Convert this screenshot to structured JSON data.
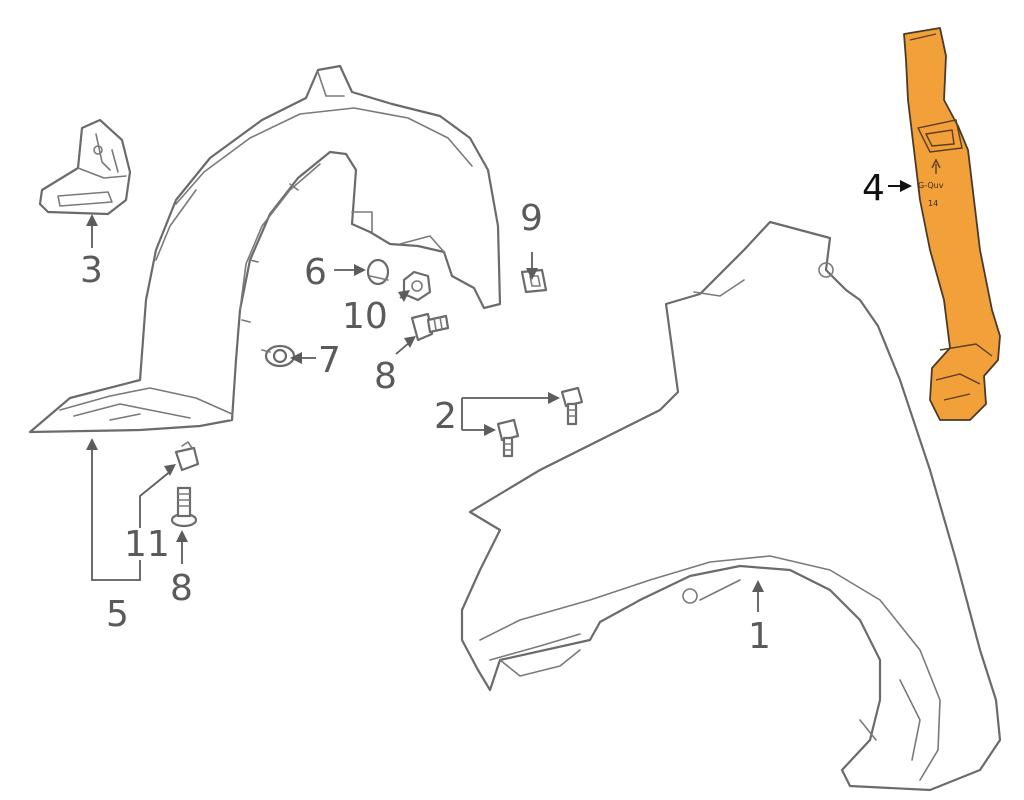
{
  "highlight_color": "#F2A03A",
  "callouts": {
    "c1": "1",
    "c2": "2",
    "c3": "3",
    "c4": "4",
    "c5": "5",
    "c6": "6",
    "c7": "7",
    "c8a": "8",
    "c8b": "8",
    "c9": "9",
    "c10": "10",
    "c11": "11"
  },
  "part_stamp": {
    "line1": "G-Quv",
    "line2": "14"
  }
}
